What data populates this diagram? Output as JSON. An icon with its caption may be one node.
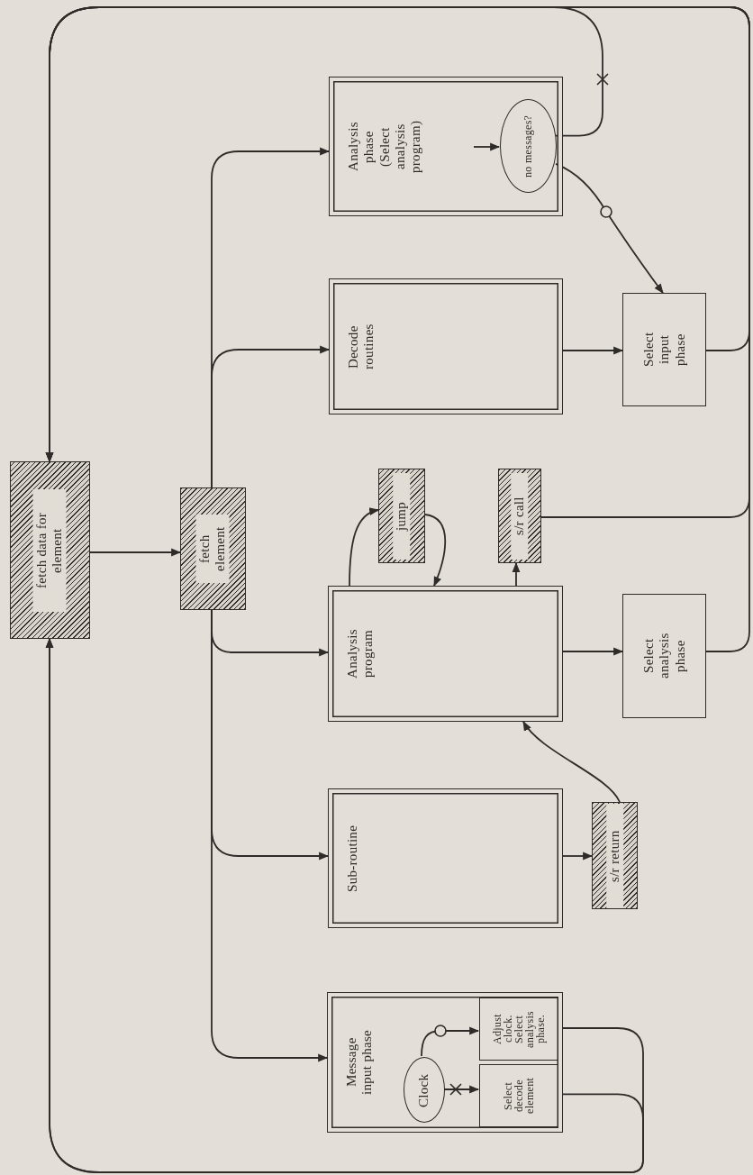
{
  "diagram": {
    "nodes": [
      {
        "text": [
          "fetch data for element"
        ]
      },
      {
        "text": [
          "fetch element"
        ]
      },
      {
        "text": [
          "Analysis phase (Select analysis program)"
        ]
      },
      {
        "text": [
          "no messages?"
        ],
        "in": 2
      },
      {
        "text": [
          "Decode routines"
        ]
      },
      {
        "text": [
          "Select input phase"
        ]
      },
      {
        "text": [
          "jump"
        ]
      },
      {
        "text": [
          "s/r call"
        ]
      },
      {
        "text": [
          "Analysis program"
        ]
      },
      {
        "text": [
          "Select analysis phase"
        ]
      },
      {
        "text": [
          "Sub-routine"
        ]
      },
      {
        "text": [
          "s/r return"
        ]
      },
      {
        "text": [
          "Message input phase"
        ]
      },
      {
        "text": [
          "Clock"
        ],
        "in": 12
      },
      {
        "text": [
          "Adjust clock. Select analysis phase."
        ],
        "in": 12
      },
      {
        "text": [
          "Select decode element"
        ],
        "in": 12
      }
    ],
    "edges": [
      {
        "from": 0,
        "to": 1,
        "arrow": "to"
      },
      {
        "from": 1,
        "to": 2,
        "arrow": "to"
      },
      {
        "from": 1,
        "to": 4,
        "arrow": "to"
      },
      {
        "from": 1,
        "to": 8,
        "arrow": "to"
      },
      {
        "from": 1,
        "to": 10,
        "arrow": "to"
      },
      {
        "from": 1,
        "to": 12,
        "arrow": "to"
      },
      {
        "from": null,
        "to": 3,
        "arrow": "to"
      },
      {
        "from": 3,
        "to": 0,
        "arrow": "to"
      },
      {
        "from": 3,
        "to": 5,
        "arrow": "to"
      },
      {
        "from": 4,
        "to": 5,
        "arrow": "to"
      },
      {
        "from": 5,
        "to": 0,
        "arrow": "to"
      },
      {
        "from": 8,
        "to": 6,
        "arrow": "to"
      },
      {
        "from": 6,
        "to": 8,
        "arrow": "to"
      },
      {
        "from": 8,
        "to": 7,
        "arrow": "to"
      },
      {
        "from": 7,
        "to": 0,
        "arrow": "to"
      },
      {
        "from": 8,
        "to": 9,
        "arrow": "to"
      },
      {
        "from": 9,
        "to": 0,
        "arrow": "to"
      },
      {
        "from": 10,
        "to": 11,
        "arrow": "to"
      },
      {
        "from": 11,
        "to": 8,
        "arrow": "to"
      },
      {
        "from": 13,
        "to": 14,
        "arrow": "to"
      },
      {
        "from": 13,
        "to": 15,
        "arrow": "to"
      },
      {
        "from": 14,
        "to": 0,
        "arrow": "to"
      },
      {
        "from": 15,
        "to": 0,
        "arrow": "to"
      }
    ]
  }
}
